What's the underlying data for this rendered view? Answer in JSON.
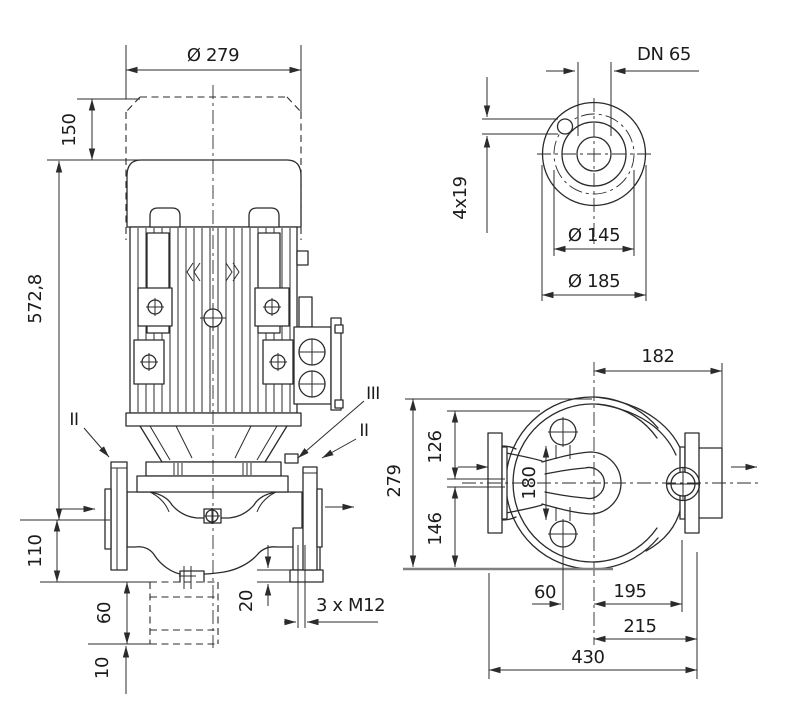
{
  "front": {
    "motor_diameter": "Ø 279",
    "motor_crown_height": "150",
    "overall_height": "572,8",
    "axis_height": "110",
    "foundation_depth": "60",
    "grout_depth": "10",
    "pad_thickness": "20",
    "foot_threads": "3 x M12",
    "port_label_left": "II",
    "port_label_right": "II",
    "vent_label": "III"
  },
  "flange": {
    "nominal_diameter": "DN 65",
    "bolt_holes": "4x19",
    "pitch_circle_diameter": "Ø 145",
    "outer_diameter": "Ø 185"
  },
  "plan": {
    "center_to_edge": "182",
    "overall_depth": "279",
    "axis_to_front": "126",
    "axis_to_back": "146",
    "plug_distance": "180",
    "plug_offset": "60",
    "center_to_boss": "195",
    "center_to_end": "215",
    "overall_length": "430"
  }
}
